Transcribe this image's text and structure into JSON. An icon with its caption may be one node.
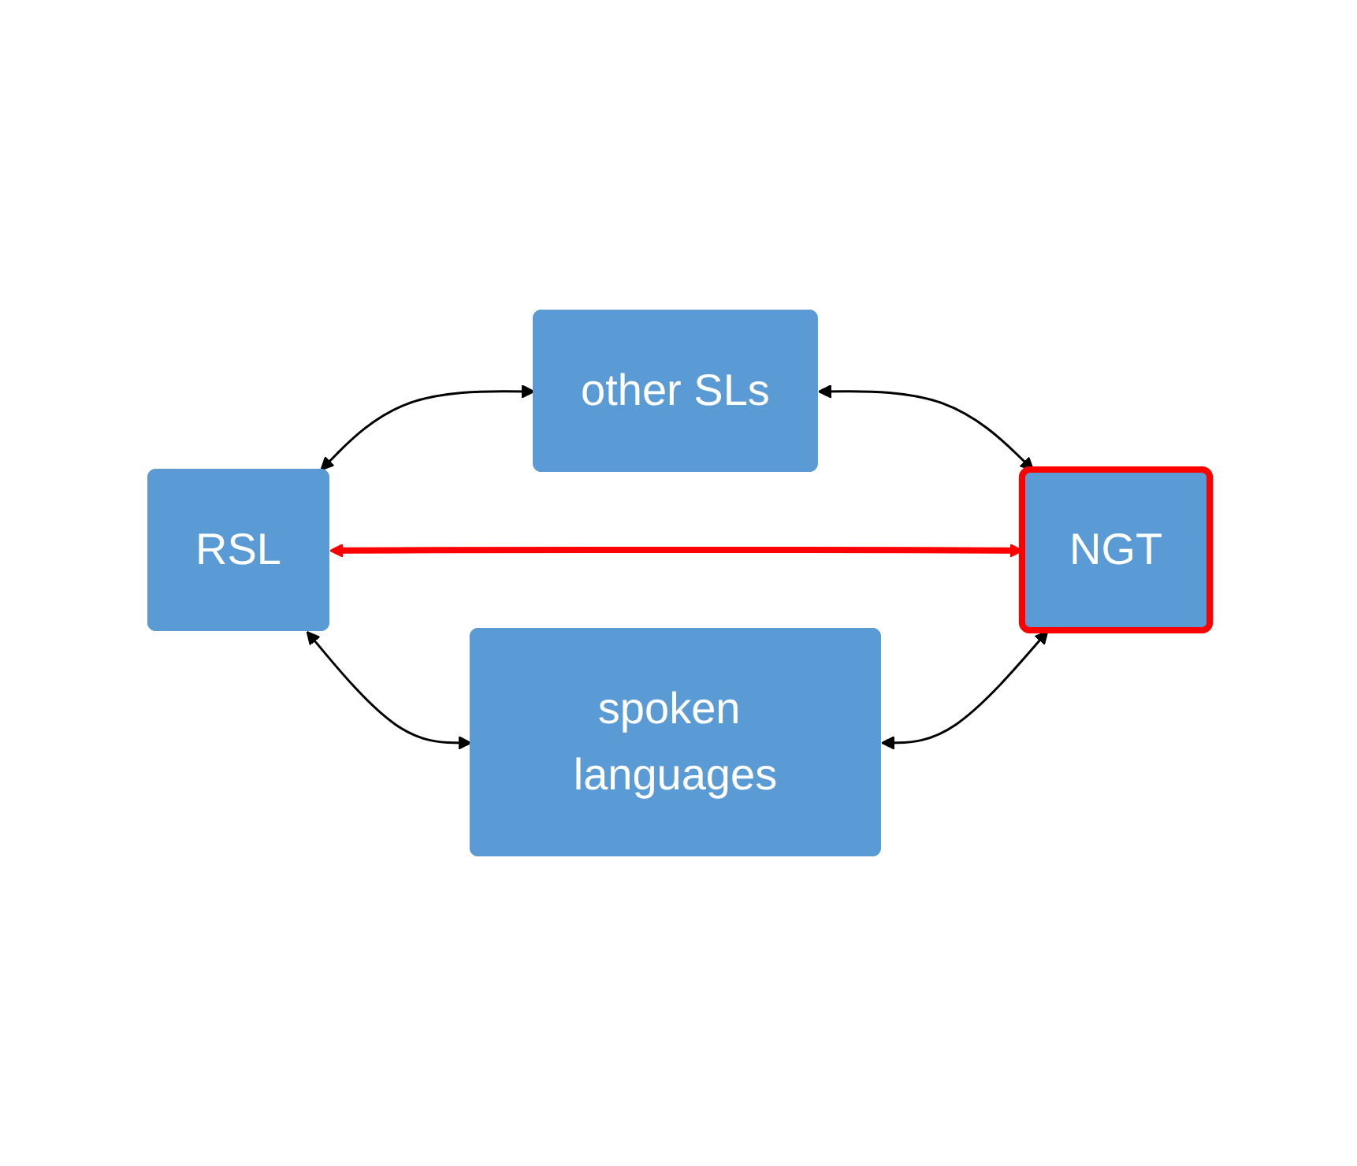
{
  "diagram": {
    "nodes": [
      {
        "text": [
          "other SLs"
        ]
      },
      {
        "text": [
          "RSL"
        ]
      },
      {
        "text": [
          "NGT"
        ]
      },
      {
        "text": [
          "spoken languages"
        ]
      }
    ],
    "edges": [
      {
        "from": 1,
        "to": 0,
        "arrow": "both"
      },
      {
        "from": 0,
        "to": 2,
        "arrow": "both"
      },
      {
        "from": 1,
        "to": 2,
        "arrow": "both",
        "style": "thick",
        "color": "#ff0000"
      },
      {
        "from": 1,
        "to": 3,
        "arrow": "both"
      },
      {
        "from": 3,
        "to": 2,
        "arrow": "both"
      }
    ]
  }
}
